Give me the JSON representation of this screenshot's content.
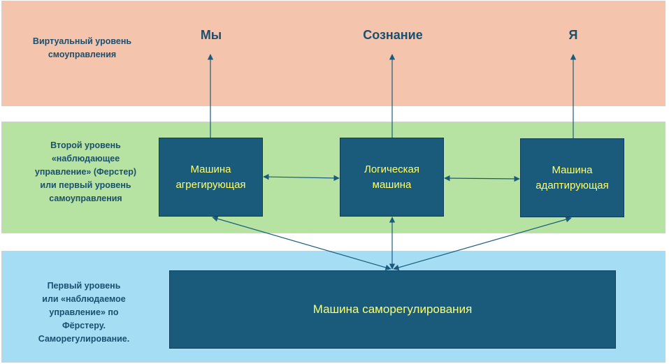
{
  "levels": {
    "virtual": "Виртуальный уровень\nсмоуправления",
    "second": "Второй уровень\n«наблюдающее\nуправление» (Ферстер)\nили первый уровень\nсамоуправления",
    "first": "Первый уровень\nили «наблюдаемое\nуправление» по\nФёрстеру.\nСаморегулирование."
  },
  "top_labels": {
    "we": "Мы",
    "consciousness": "Сознание",
    "i": "Я"
  },
  "machines": {
    "aggregating": "Машина\nагрегирующая",
    "logical": "Логическая\nмашина",
    "adaptive": "Машина\nадаптирующая",
    "self_regulation": "Машина саморегулирования"
  },
  "colors": {
    "band_virtual": "#f4c4ac",
    "band_second": "#b6e3a2",
    "band_first": "#a5ddf4",
    "machine_fill": "#1a5b7c",
    "machine_text": "#ffff66",
    "label_text": "#1a4f6e",
    "arrow": "#1a5b7c"
  }
}
